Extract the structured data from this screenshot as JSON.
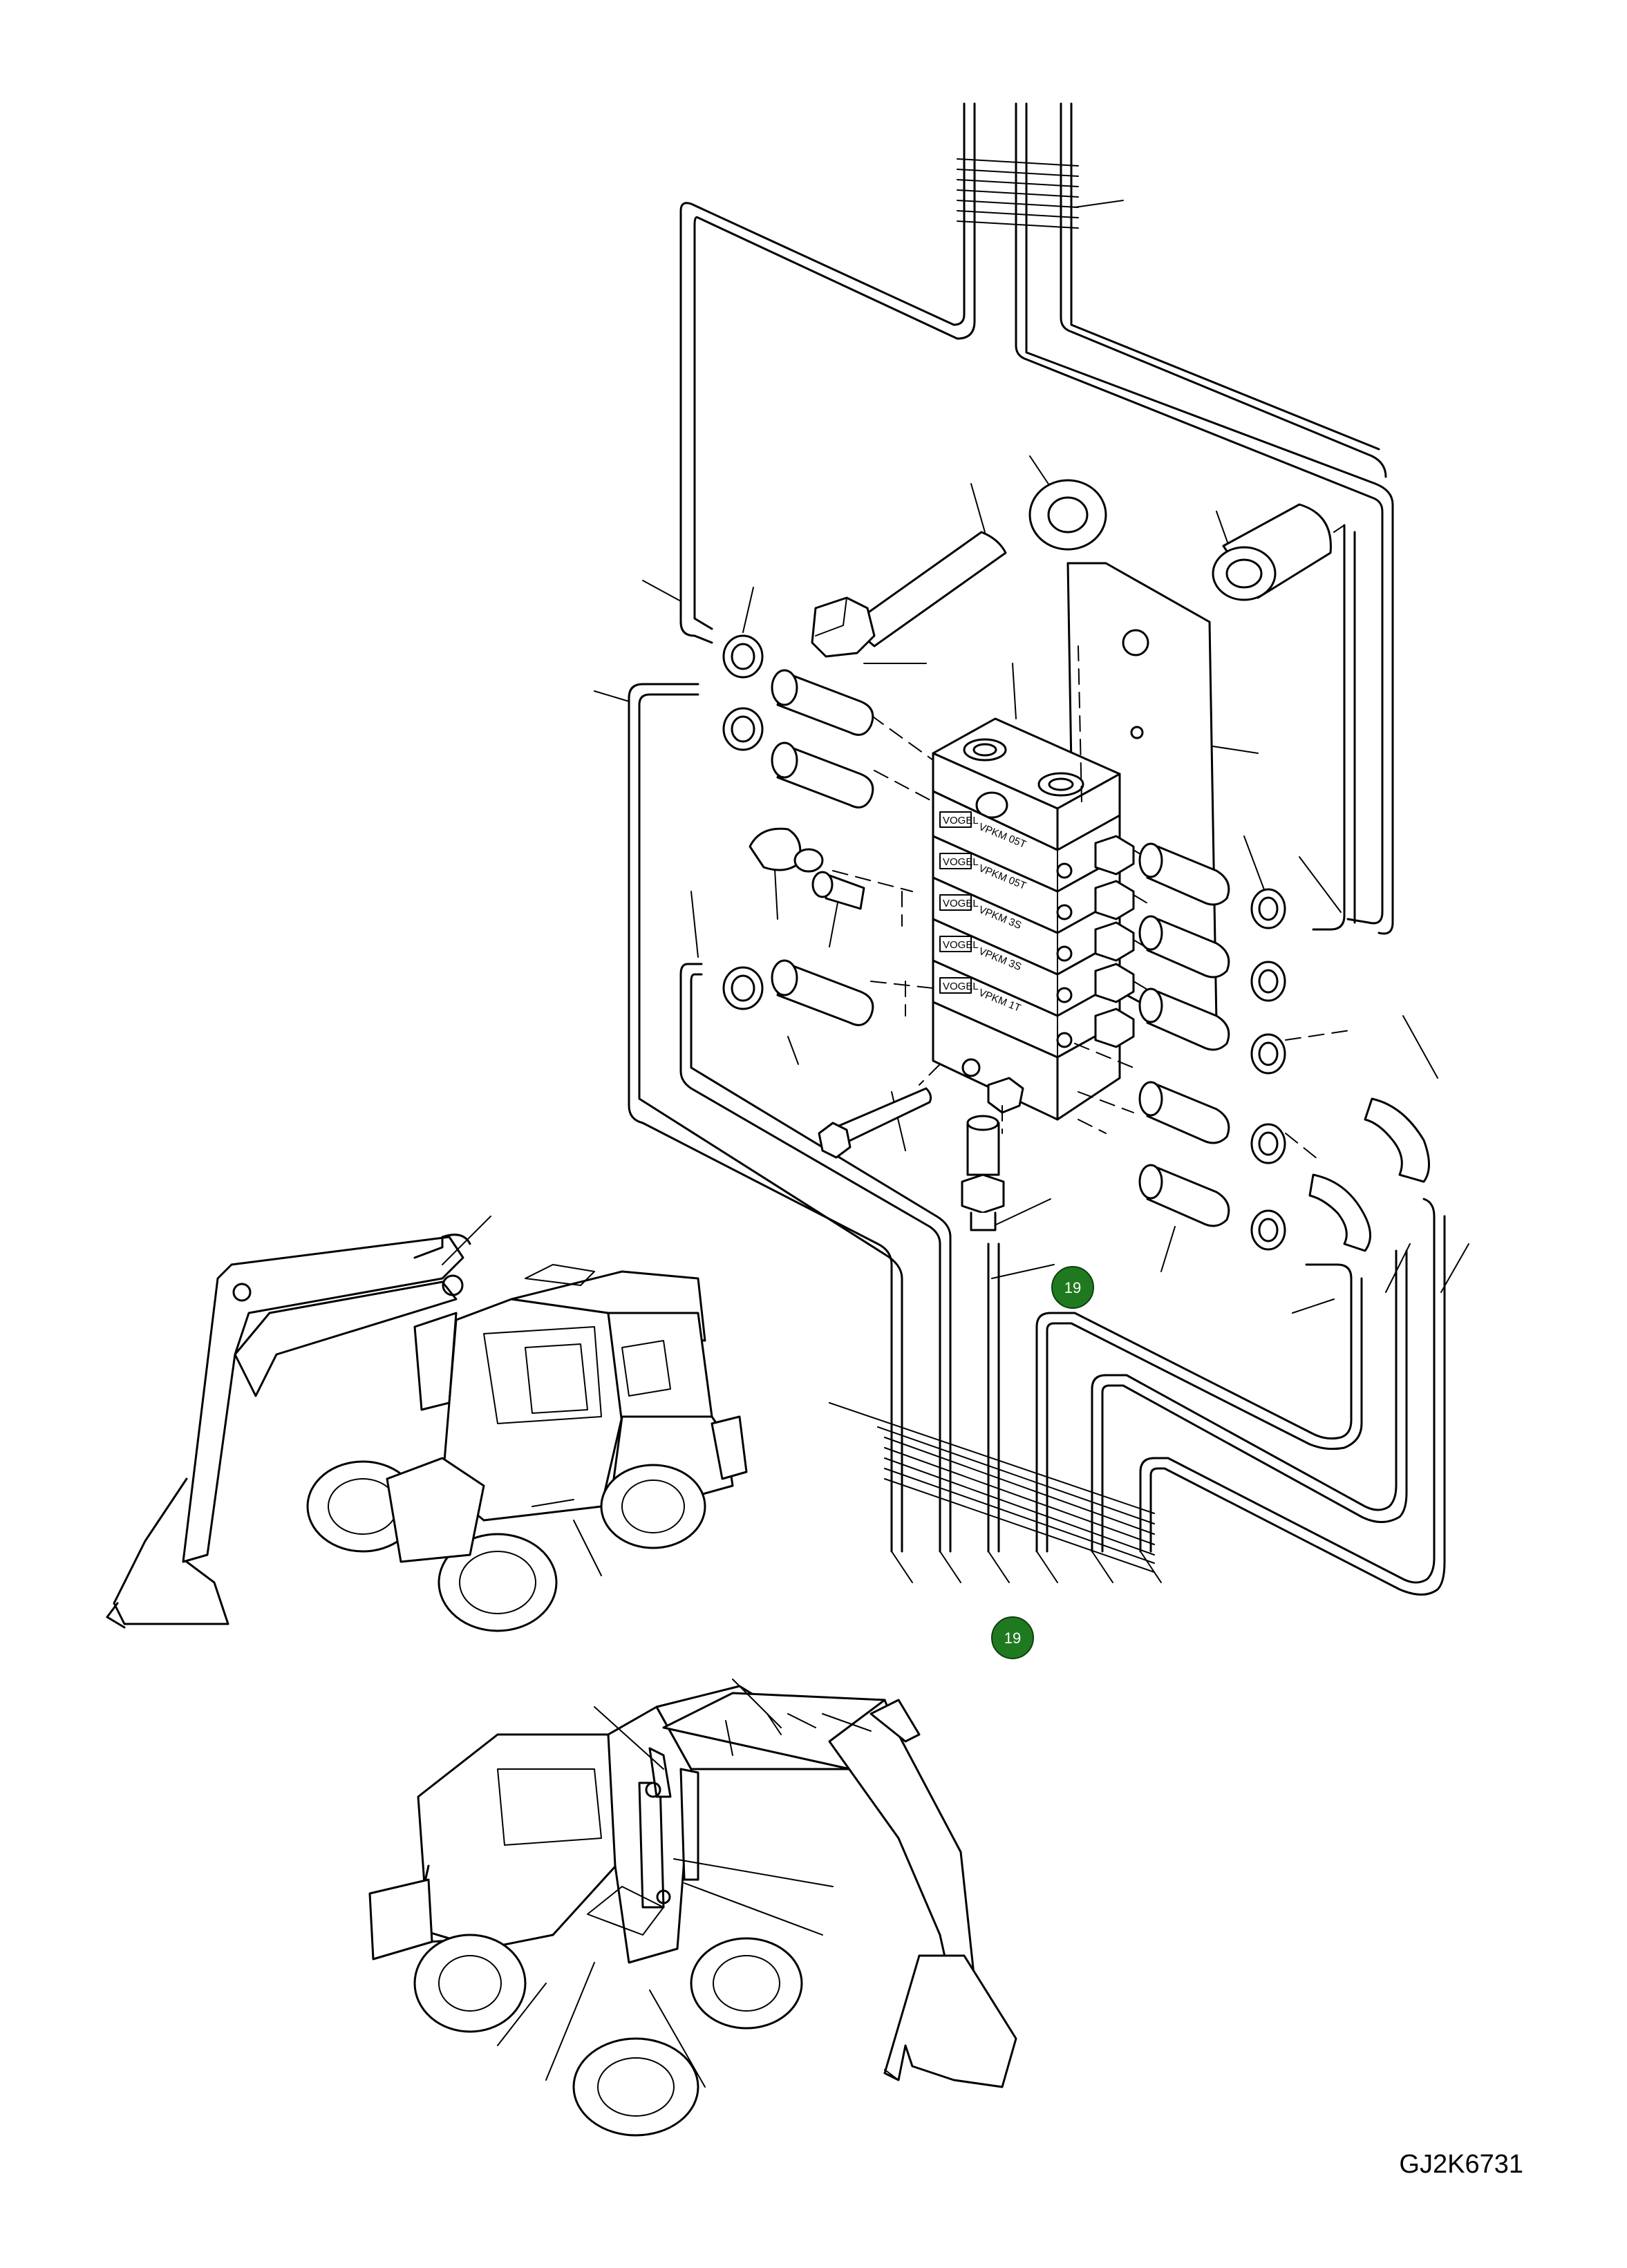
{
  "drawing_id": "GJ2K6731",
  "callouts": [
    {
      "number": "19",
      "color": "#1f7a1f"
    },
    {
      "number": "19",
      "color": "#1f7a1f"
    }
  ],
  "block_labels": [
    "VOGEL",
    "VPKM 05T",
    "VPKM 05T",
    "VPKM 3S",
    "VPKM 3S",
    "VPKM 1T"
  ]
}
